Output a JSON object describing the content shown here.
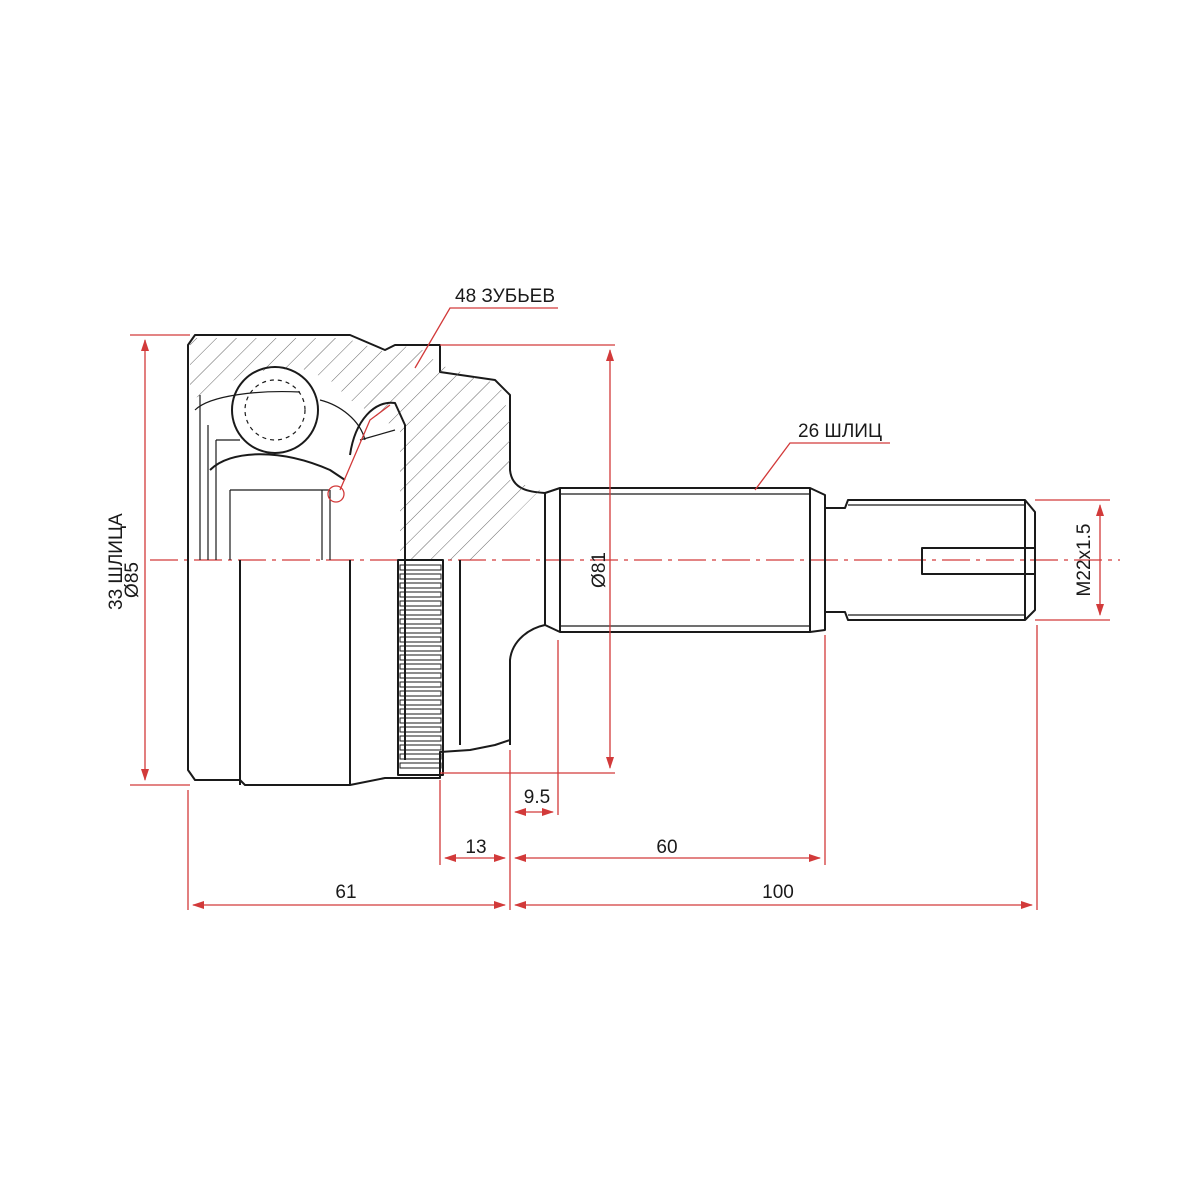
{
  "labels": {
    "teeth": "48 ЗУБЬЕВ",
    "outer_splines": "26 ШЛИЦ",
    "inner_splines": "33 ШЛИЦА",
    "outer_diameter": "Ø85",
    "abs_ring_diameter": "Ø81",
    "thread": "M22x1.5"
  },
  "dimensions": {
    "d_9_5": "9.5",
    "d_13": "13",
    "d_60": "60",
    "d_61": "61",
    "d_100": "100"
  },
  "colors": {
    "outline": "#1a1a1a",
    "dimension": "#d23a3a"
  }
}
